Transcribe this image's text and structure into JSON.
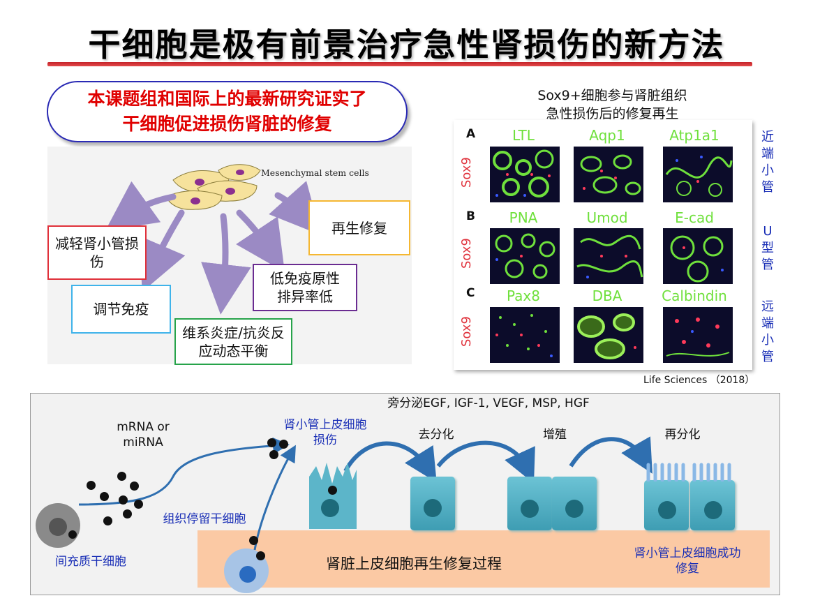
{
  "title": "干细胞是极有前景治疗急性肾损伤的新方法",
  "claim": {
    "line1": "本课题组和国际上的最新研究证实了",
    "line2": "干细胞促进损伤肾脏的修复"
  },
  "msc_diagram": {
    "source_label": "Mesenchymal stem cells",
    "effects": [
      {
        "label": "减轻肾小管损伤",
        "color": "#e0303a"
      },
      {
        "label": "调节免疫",
        "color": "#3fb3ea"
      },
      {
        "label": "维系炎症/抗炎反应动态平衡",
        "color": "#27a34a"
      },
      {
        "label": "低免疫原性排异率低",
        "color": "#6a2c91"
      },
      {
        "label": "再生修复",
        "color": "#f5b731"
      }
    ],
    "arrow_color": "#9b8ac4"
  },
  "figure_panel": {
    "caption_line1": "Sox9+细胞参与肾脏组织",
    "caption_line2": "急性损伤后的修复再生",
    "rows": [
      {
        "letter": "A",
        "sox9": "Sox9",
        "stains": [
          "LTL",
          "Aqp1",
          "Atp1a1"
        ],
        "segment": "近端小管"
      },
      {
        "letter": "B",
        "sox9": "Sox9",
        "stains": [
          "PNA",
          "Umod",
          "E-cad"
        ],
        "segment": "U型管"
      },
      {
        "letter": "C",
        "sox9": "Sox9",
        "stains": [
          "Pax8",
          "DBA",
          "Calbindin"
        ],
        "segment": "远端小管"
      }
    ],
    "citation": "Life Sciences （2018）"
  },
  "process": {
    "paracrine": "旁分泌EGF, IGF-1, VEGF, MSP, HGF",
    "mrna": "mRNA or miRNA",
    "injury": "肾小管上皮细胞损伤",
    "dediff": "去分化",
    "prolif": "增殖",
    "rediff": "再分化",
    "msc_cell": "间充质干细胞",
    "resident": "组织停留干细胞",
    "ecm": "肾脏上皮细胞再生修复过程",
    "success": "肾小管上皮细胞成功修复",
    "colors": {
      "note_blue": "#1a2fb6",
      "cell_teal": "#4aa9bf",
      "ecm": "#fbc9a4"
    }
  }
}
